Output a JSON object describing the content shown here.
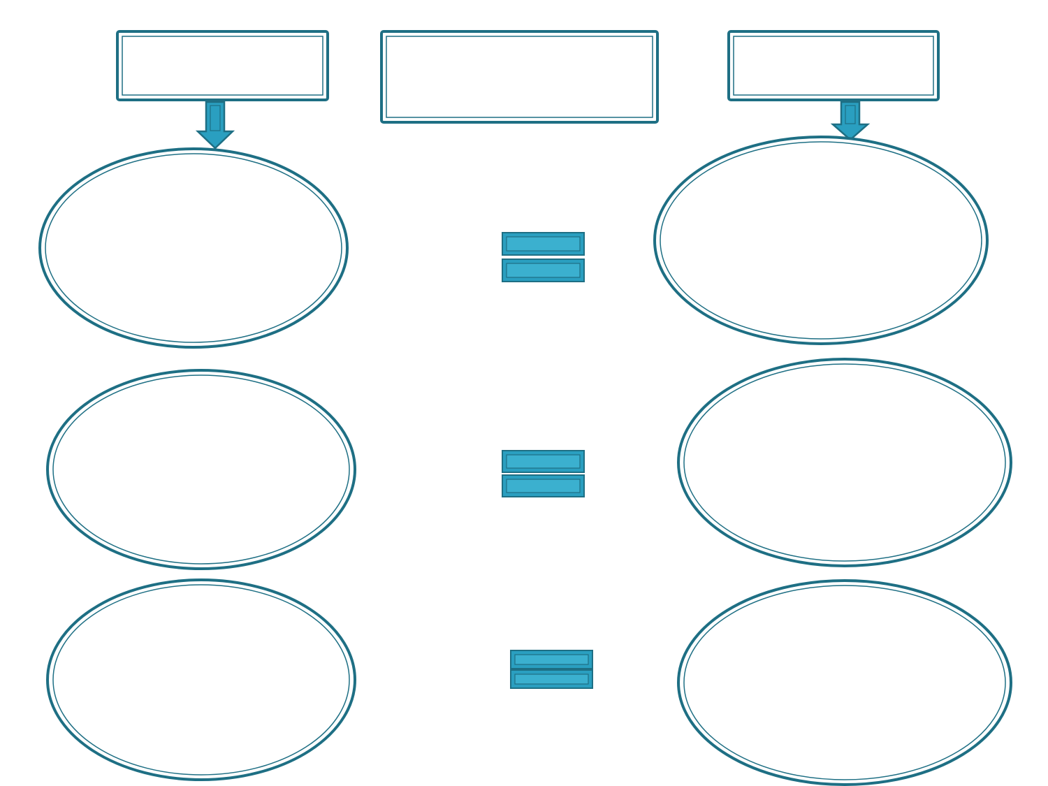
{
  "diagram": {
    "colors": {
      "stroke": "#1e6f84",
      "equals_fill": "#2a9fc0",
      "equals_inner": "#3bb0cf",
      "background": "#ffffff"
    },
    "header_boxes": [
      {
        "name": "left-header-box",
        "text": ""
      },
      {
        "name": "center-header-box",
        "text": ""
      },
      {
        "name": "right-header-box",
        "text": ""
      }
    ],
    "left_ovals": [
      {
        "name": "left-oval-1",
        "text": ""
      },
      {
        "name": "left-oval-2",
        "text": ""
      },
      {
        "name": "left-oval-3",
        "text": ""
      }
    ],
    "right_ovals": [
      {
        "name": "right-oval-1",
        "text": ""
      },
      {
        "name": "right-oval-2",
        "text": ""
      },
      {
        "name": "right-oval-3",
        "text": ""
      }
    ],
    "equals_signs": [
      {
        "name": "equals-sign-1"
      },
      {
        "name": "equals-sign-2"
      },
      {
        "name": "equals-sign-3"
      }
    ],
    "arrows": [
      {
        "name": "left-down-arrow-icon",
        "direction": "down"
      },
      {
        "name": "right-down-arrow-icon",
        "direction": "down"
      }
    ]
  }
}
